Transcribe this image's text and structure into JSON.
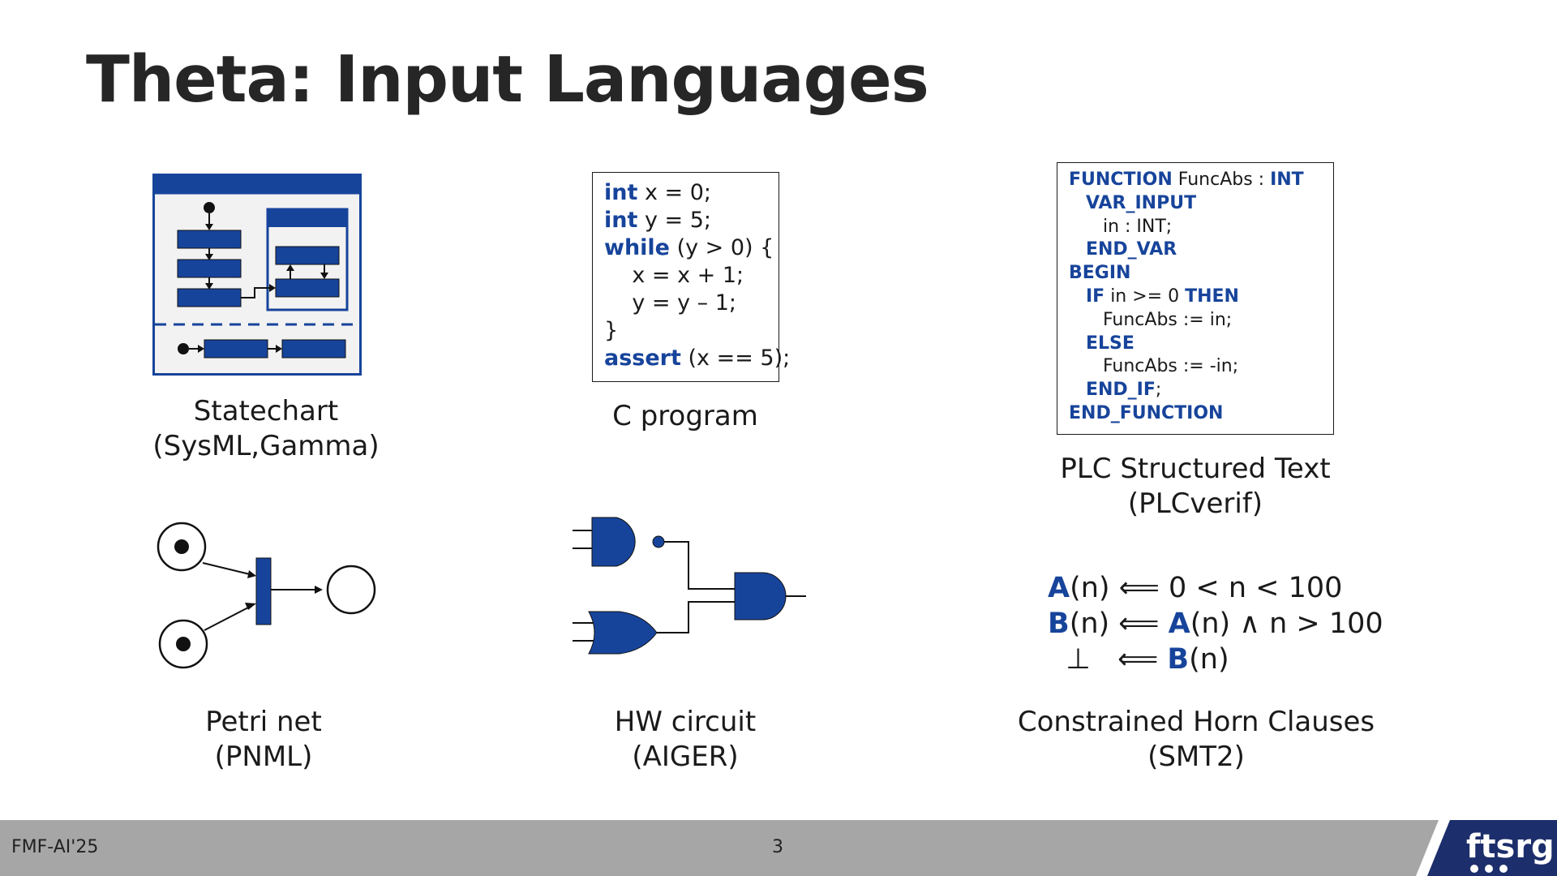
{
  "slide": {
    "title": "Theta: Input Languages",
    "footer_left": "FMF-AI'25",
    "page_number": "3",
    "logo_text": "ftsrg"
  },
  "colors": {
    "accent": "#17449b",
    "footer_bg": "#a6a6a6",
    "logo_bg": "#1c2e6b"
  },
  "items": {
    "statechart": {
      "label1": "Statechart",
      "label2": "(SysML,Gamma)"
    },
    "c_program": {
      "label": "C program",
      "code": [
        {
          "kw": "int",
          "rest": " x = 0;"
        },
        {
          "kw": "int",
          "rest": " y = 5;"
        },
        {
          "kw": "while",
          "rest": " (y > 0) {"
        },
        {
          "kw": "",
          "rest": "    x = x + 1;"
        },
        {
          "kw": "",
          "rest": "    y = y – 1;"
        },
        {
          "kw": "",
          "rest": "}"
        },
        {
          "kw": "assert",
          "rest": " (x == 5);"
        }
      ]
    },
    "plc": {
      "label1": "PLC Structured Text",
      "label2": "(PLCverif)",
      "code": [
        {
          "pre": "",
          "kw": "FUNCTION",
          "rest": " FuncAbs : ",
          "kw2": "INT",
          "rest2": ""
        },
        {
          "pre": "   ",
          "kw": "VAR_INPUT",
          "rest": "",
          "kw2": "",
          "rest2": ""
        },
        {
          "pre": "      ",
          "kw": "",
          "rest": "in : INT;",
          "kw2": "",
          "rest2": ""
        },
        {
          "pre": "   ",
          "kw": "END_VAR",
          "rest": "",
          "kw2": "",
          "rest2": ""
        },
        {
          "pre": "",
          "kw": "BEGIN",
          "rest": "",
          "kw2": "",
          "rest2": ""
        },
        {
          "pre": "   ",
          "kw": "IF",
          "rest": " in >= 0 ",
          "kw2": "THEN",
          "rest2": ""
        },
        {
          "pre": "      ",
          "kw": "",
          "rest": "FuncAbs := in;",
          "kw2": "",
          "rest2": ""
        },
        {
          "pre": "   ",
          "kw": "ELSE",
          "rest": "",
          "kw2": "",
          "rest2": ""
        },
        {
          "pre": "      ",
          "kw": "",
          "rest": "FuncAbs := -in;",
          "kw2": "",
          "rest2": ""
        },
        {
          "pre": "   ",
          "kw": "END_IF",
          "rest": ";",
          "kw2": "",
          "rest2": ""
        },
        {
          "pre": "",
          "kw": "END_FUNCTION",
          "rest": "",
          "kw2": "",
          "rest2": ""
        }
      ]
    },
    "petri": {
      "label1": "Petri net",
      "label2": "(PNML)"
    },
    "hw": {
      "label1": "HW circuit",
      "label2": "(AIGER)"
    },
    "chc": {
      "label1": "Constrained Horn Clauses",
      "label2": "(SMT2)",
      "lines": [
        {
          "a": "",
          "s1": "A",
          "b": "(n) ⟸ 0 < n < 100",
          "s2": "",
          "c": ""
        },
        {
          "a": "",
          "s1": "B",
          "b": "(n) ⟸ ",
          "s2": "A",
          "c": "(n) ∧ n > 100"
        },
        {
          "a": "  ⊥   ⟸ ",
          "s1": "B",
          "b": "(n)",
          "s2": "",
          "c": ""
        }
      ]
    }
  }
}
